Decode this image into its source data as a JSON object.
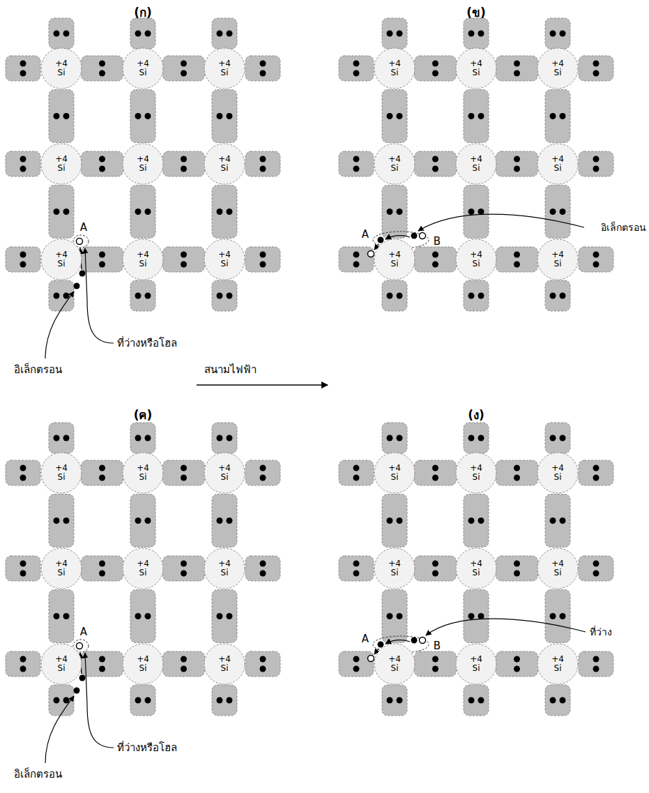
{
  "diagram": {
    "nodes": [
      {
        "text": [
          "+4 Si"
        ]
      },
      {
        "text": [
          "+4 Si"
        ]
      },
      {
        "text": [
          "+4 Si"
        ]
      },
      {
        "text": [
          "+4 Si"
        ]
      },
      {
        "text": [
          "+4 Si"
        ]
      },
      {
        "text": [
          "+4 Si"
        ]
      },
      {
        "text": [
          "+4 Si"
        ]
      },
      {
        "text": [
          "+4 Si"
        ]
      },
      {
        "text": [
          "+4 Si"
        ]
      },
      {
        "text": [
          "+4 Si"
        ]
      },
      {
        "text": [
          "+4 Si"
        ]
      },
      {
        "text": [
          "+4 Si"
        ]
      },
      {
        "text": [
          "+4 Si"
        ]
      },
      {
        "text": [
          "+4 Si"
        ]
      },
      {
        "text": [
          "+4 Si"
        ]
      },
      {
        "text": [
          "+4 Si"
        ]
      },
      {
        "text": [
          "+4 Si"
        ]
      },
      {
        "text": [
          "+4 Si"
        ]
      },
      {
        "text": [
          "+4 Si"
        ]
      },
      {
        "text": [
          "+4 Si"
        ]
      },
      {
        "text": [
          "+4 Si"
        ]
      },
      {
        "text": [
          "+4 Si"
        ]
      },
      {
        "text": [
          "+4 Si"
        ]
      },
      {
        "text": [
          "+4 Si"
        ]
      },
      {
        "text": [
          "+4 Si"
        ]
      },
      {
        "text": [
          "+4 Si"
        ]
      },
      {
        "text": [
          "+4 Si"
        ]
      },
      {
        "text": [
          "+4 Si"
        ]
      },
      {
        "text": [
          "+4 Si"
        ]
      },
      {
        "text": [
          "+4 Si"
        ]
      },
      {
        "text": [
          "+4 Si"
        ]
      },
      {
        "text": [
          "+4 Si"
        ]
      },
      {
        "text": [
          "+4 Si"
        ]
      },
      {
        "text": [
          "+4 Si"
        ]
      },
      {
        "text": [
          "+4 Si"
        ]
      },
      {
        "text": [
          "+4 Si"
        ]
      }
    ],
    "labels": [
      "(ก)",
      "(ข)",
      "A",
      "A",
      "B",
      "อิเล็กตรอน",
      "ที่ว่างหรือโฮล",
      "อิเล็กตรอน",
      "สนามไฟฟ้า",
      "(ค)",
      "(ง)",
      "A",
      "A",
      "B",
      "ที่ว่าง",
      "ที่ว่างหรือโฮล",
      "อิเล็กตรอน"
    ]
  }
}
